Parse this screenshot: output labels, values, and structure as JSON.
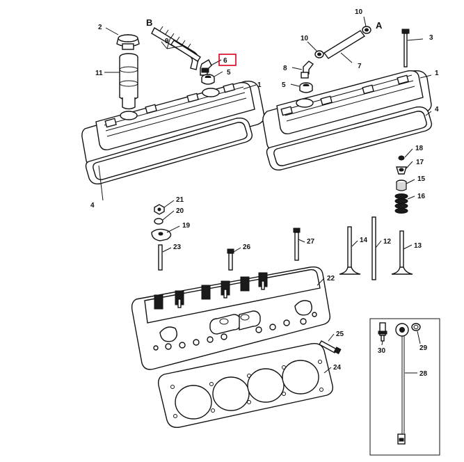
{
  "highlight_color": "#d6001c",
  "highlighted_callout": "6",
  "letters": {
    "b": "B",
    "a": "A"
  },
  "callouts": {
    "c2": "2",
    "cB9": "9",
    "c6": "6",
    "c5a": "5",
    "c11": "11",
    "c1a": "1",
    "c4a": "4",
    "c10a": "10",
    "c10b": "10",
    "c3": "3",
    "c8": "8",
    "c7": "7",
    "c5b": "5",
    "c1b": "1",
    "c4b": "4",
    "c18": "18",
    "c17": "17",
    "c15": "15",
    "c16": "16",
    "c21": "21",
    "c20": "20",
    "c19": "19",
    "c23": "23",
    "c26": "26",
    "c27": "27",
    "c14": "14",
    "c12": "12",
    "c13": "13",
    "c22": "22",
    "c25": "25",
    "c24": "24",
    "c30": "30",
    "c29": "29",
    "c28": "28"
  }
}
